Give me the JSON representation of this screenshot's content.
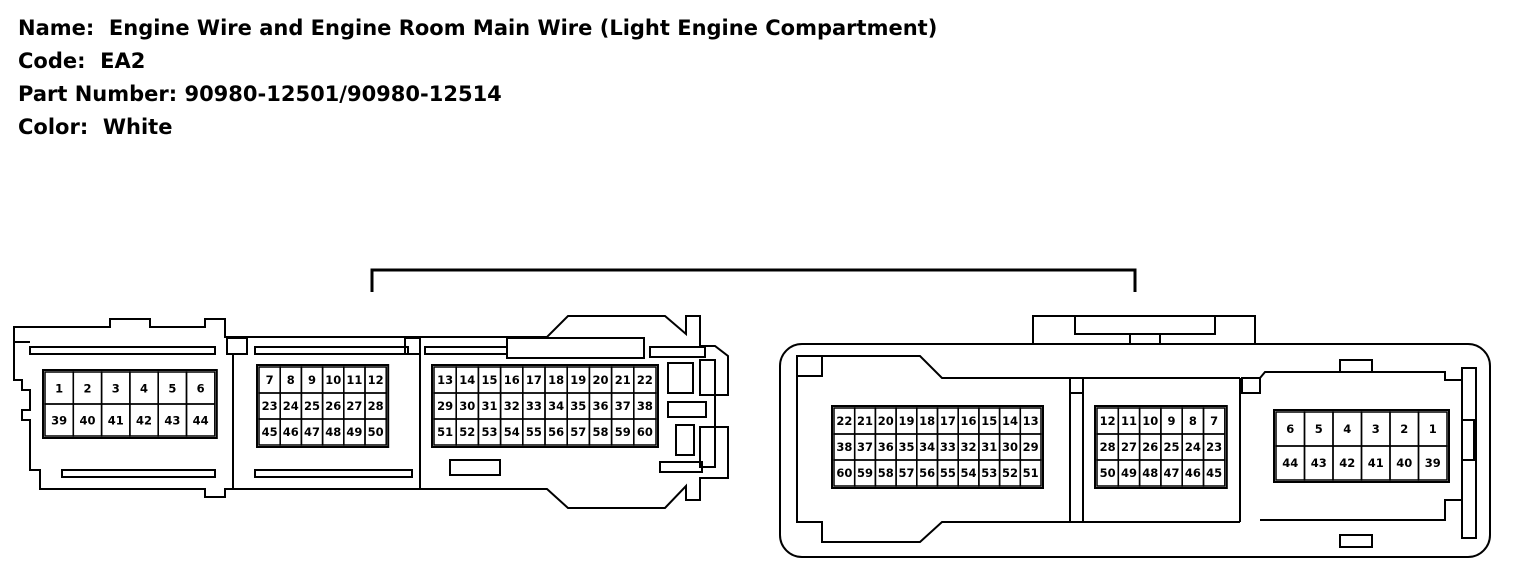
{
  "info": {
    "name_label": "Name:",
    "name_value": "Engine Wire and Engine Room Main Wire (Light Engine Compartment)",
    "code_label": "Code:",
    "code_value": "EA2",
    "part_label": "Part Number:",
    "part_value": "90980-12501/90980-12514",
    "color_label": "Color:",
    "color_value": "White"
  },
  "left_connector": {
    "blockA": [
      [
        "1",
        "2",
        "3",
        "4",
        "5",
        "6"
      ],
      [
        "39",
        "40",
        "41",
        "42",
        "43",
        "44"
      ]
    ],
    "blockB": [
      [
        "7",
        "8",
        "9",
        "10",
        "11",
        "12"
      ],
      [
        "23",
        "24",
        "25",
        "26",
        "27",
        "28"
      ],
      [
        "45",
        "46",
        "47",
        "48",
        "49",
        "50"
      ]
    ],
    "blockC": [
      [
        "13",
        "14",
        "15",
        "16",
        "17",
        "18",
        "19",
        "20",
        "21",
        "22"
      ],
      [
        "29",
        "30",
        "31",
        "32",
        "33",
        "34",
        "35",
        "36",
        "37",
        "38"
      ],
      [
        "51",
        "52",
        "53",
        "54",
        "55",
        "56",
        "57",
        "58",
        "59",
        "60"
      ]
    ]
  },
  "right_connector": {
    "blockC": [
      [
        "22",
        "21",
        "20",
        "19",
        "18",
        "17",
        "16",
        "15",
        "14",
        "13"
      ],
      [
        "38",
        "37",
        "36",
        "35",
        "34",
        "33",
        "32",
        "31",
        "30",
        "29"
      ],
      [
        "60",
        "59",
        "58",
        "57",
        "56",
        "55",
        "54",
        "53",
        "52",
        "51"
      ]
    ],
    "blockB": [
      [
        "12",
        "11",
        "10",
        "9",
        "8",
        "7"
      ],
      [
        "28",
        "27",
        "26",
        "25",
        "24",
        "23"
      ],
      [
        "50",
        "49",
        "48",
        "47",
        "46",
        "45"
      ]
    ],
    "blockA": [
      [
        "6",
        "5",
        "4",
        "3",
        "2",
        "1"
      ],
      [
        "44",
        "43",
        "42",
        "41",
        "40",
        "39"
      ]
    ]
  }
}
